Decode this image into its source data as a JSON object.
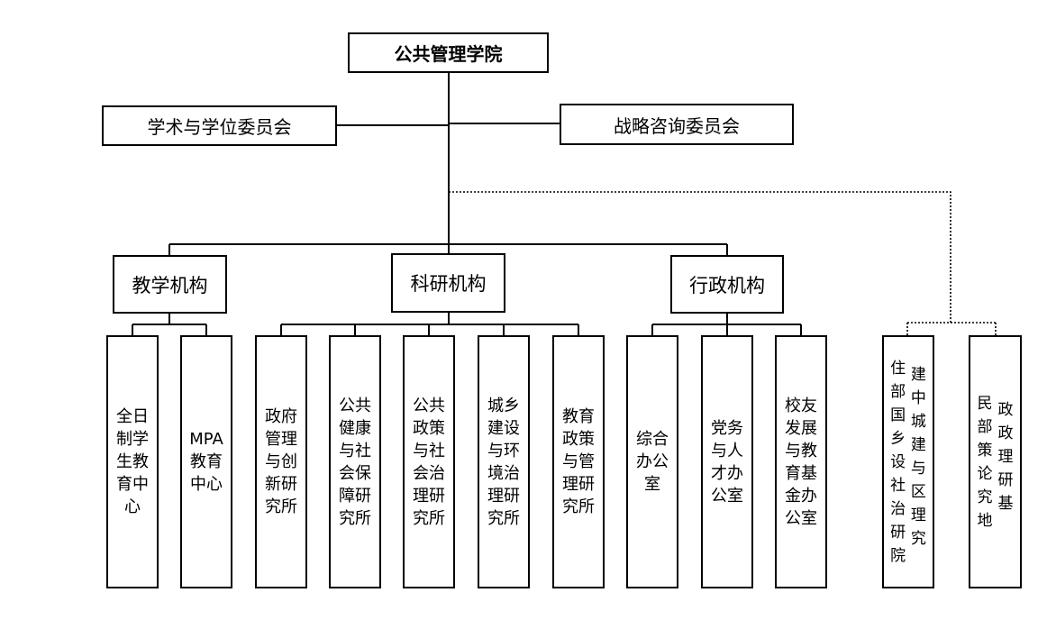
{
  "root": "公共管理学院",
  "committees": {
    "academic": "学术与学位委员会",
    "strategy": "战略咨询委员会"
  },
  "branches": {
    "teaching": {
      "title": "教学机构",
      "units": [
        "全日制学生教育中心",
        "MPA教育中心"
      ]
    },
    "research": {
      "title": "科研机构",
      "units": [
        "政府管理与创新研究所",
        "公共健康与社会保障研究所",
        "公共政策与社会治理研究所",
        "城乡建设与环境治理研究所",
        "教育政策与管理研究所"
      ]
    },
    "admin": {
      "title": "行政机构",
      "units": [
        "综合办公室",
        "党务与人才办公室",
        "校友发展与教育基金办公室"
      ]
    }
  },
  "bases": [
    {
      "col_a": "住部国乡设社治研院",
      "col_b": "建中城建与区理究"
    },
    {
      "col_a": "民部策论究地",
      "col_b": "政政理研基"
    }
  ]
}
